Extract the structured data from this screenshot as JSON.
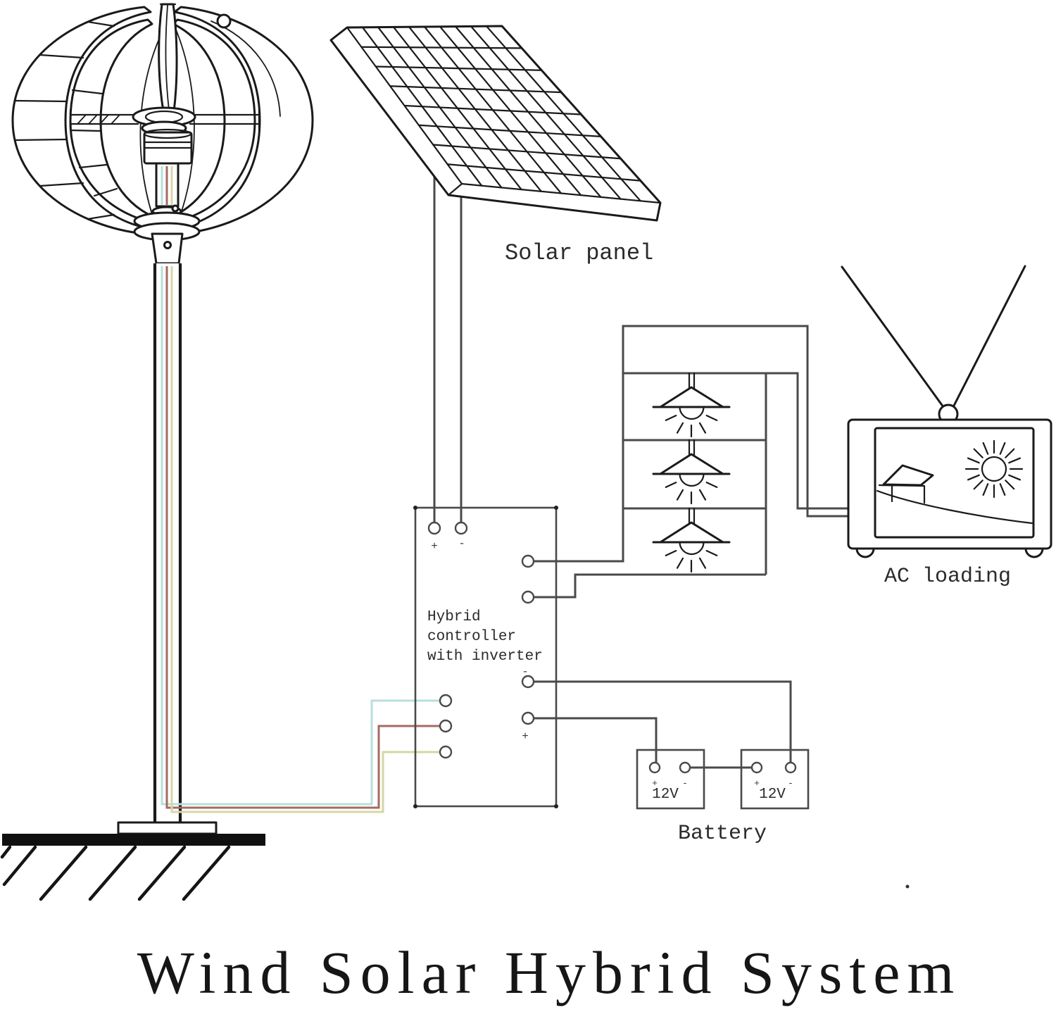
{
  "title": "Wind Solar Hybrid System",
  "labels": {
    "solar_panel": "Solar panel",
    "ac_loading": "AC loading",
    "battery_group": "Battery",
    "controller": {
      "line1": "Hybrid",
      "line2": "controller",
      "line3": "with inverter"
    },
    "battery1_voltage": "12V",
    "battery2_voltage": "12V",
    "plus": "+",
    "minus": "-"
  },
  "colors": {
    "ink": "#1a1a1a",
    "wire": "#4a4a4a",
    "wind_wire_1": "#b7e0da",
    "wind_wire_2": "#a66a64",
    "wind_wire_3": "#d6d7a2"
  }
}
